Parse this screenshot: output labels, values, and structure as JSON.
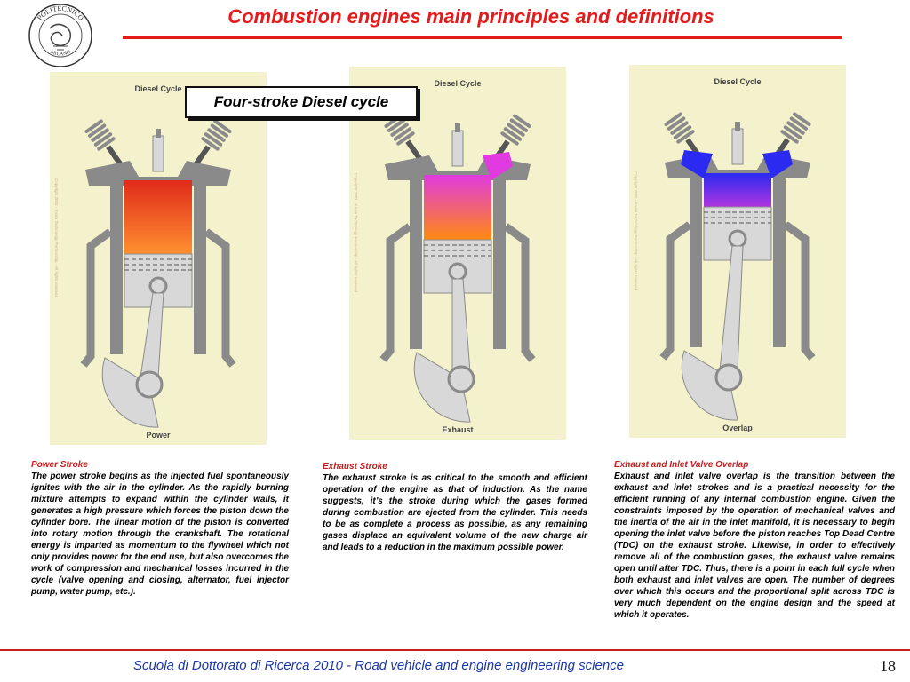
{
  "header": {
    "title": "Combustion engines main principles and definitions",
    "logo_text_top": "POLITECNICO",
    "logo_text_bottom": "MILANO",
    "logo_icon": "university-seal-icon"
  },
  "callout": {
    "text": "Four-stroke Diesel cycle"
  },
  "panels": [
    {
      "title": "Diesel Cycle",
      "caption": "Power",
      "side_text": "Copyright 2003 - Kruse Technology Partnership - All rights reserved",
      "chamber_colors": [
        "#e02a1a",
        "#ff9030"
      ]
    },
    {
      "title": "Diesel Cycle",
      "caption": "Exhaust",
      "side_text": "Copyright 2003 - Kruse Technology Partnership - All rights reserved",
      "chamber_colors": [
        "#e03ae0",
        "#ff8a10"
      ]
    },
    {
      "title": "Diesel Cycle",
      "caption": "Overlap",
      "side_text": "Copyright 2003 - Kruse Technology Partnership - All rights reserved",
      "chamber_colors": [
        "#2a2af0",
        "#b035e0"
      ]
    }
  ],
  "descriptions": [
    {
      "heading": "Power Stroke",
      "body": "The power stroke begins as the injected fuel spontaneously ignites with the air in the cylinder. As the rapidly burning mixture attempts to expand within the cylinder walls, it generates a high pressure which forces the piston down the cylinder bore. The linear motion of the piston is converted into rotary motion through the crankshaft. The rotational energy is imparted as momentum to the flywheel which not only provides power for the end use, but also overcomes the work of compression and mechanical losses incurred in the cycle (valve opening and closing, alternator, fuel injector pump, water pump, etc.)."
    },
    {
      "heading": "Exhaust Stroke",
      "body": "The exhaust stroke is as critical to the smooth and efficient operation of the engine as that of induction. As the name suggests, it’s the stroke during which the gases formed during combustion are ejected from the cylinder. This needs to be as complete a process as possible, as any remaining gases displace an equivalent volume of the new charge air and leads to a reduction in the maximum possible power."
    },
    {
      "heading": "Exhaust and Inlet Valve Overlap",
      "body": "Exhaust and inlet valve overlap is the transition between the exhaust and inlet strokes and is a practical necessity for the efficient running of any internal combustion engine. Given the constraints imposed by the operation of mechanical valves and the inertia of the air in the inlet manifold, it is necessary to begin opening the inlet valve before the piston reaches Top Dead Centre (TDC) on the exhaust stroke. Likewise, in order to effectively remove all of the combustion gases, the exhaust valve remains open until after TDC. Thus, there is a point in each full cycle when both exhaust and inlet valves are open. The number of degrees over which this occurs and the proportional split across TDC is very much dependent on the engine design and the speed at which it operates."
    }
  ],
  "footer": {
    "text": "Scuola di Dottorato di Ricerca 2010 -  Road vehicle and engine  engineering science",
    "page_number": "18"
  }
}
